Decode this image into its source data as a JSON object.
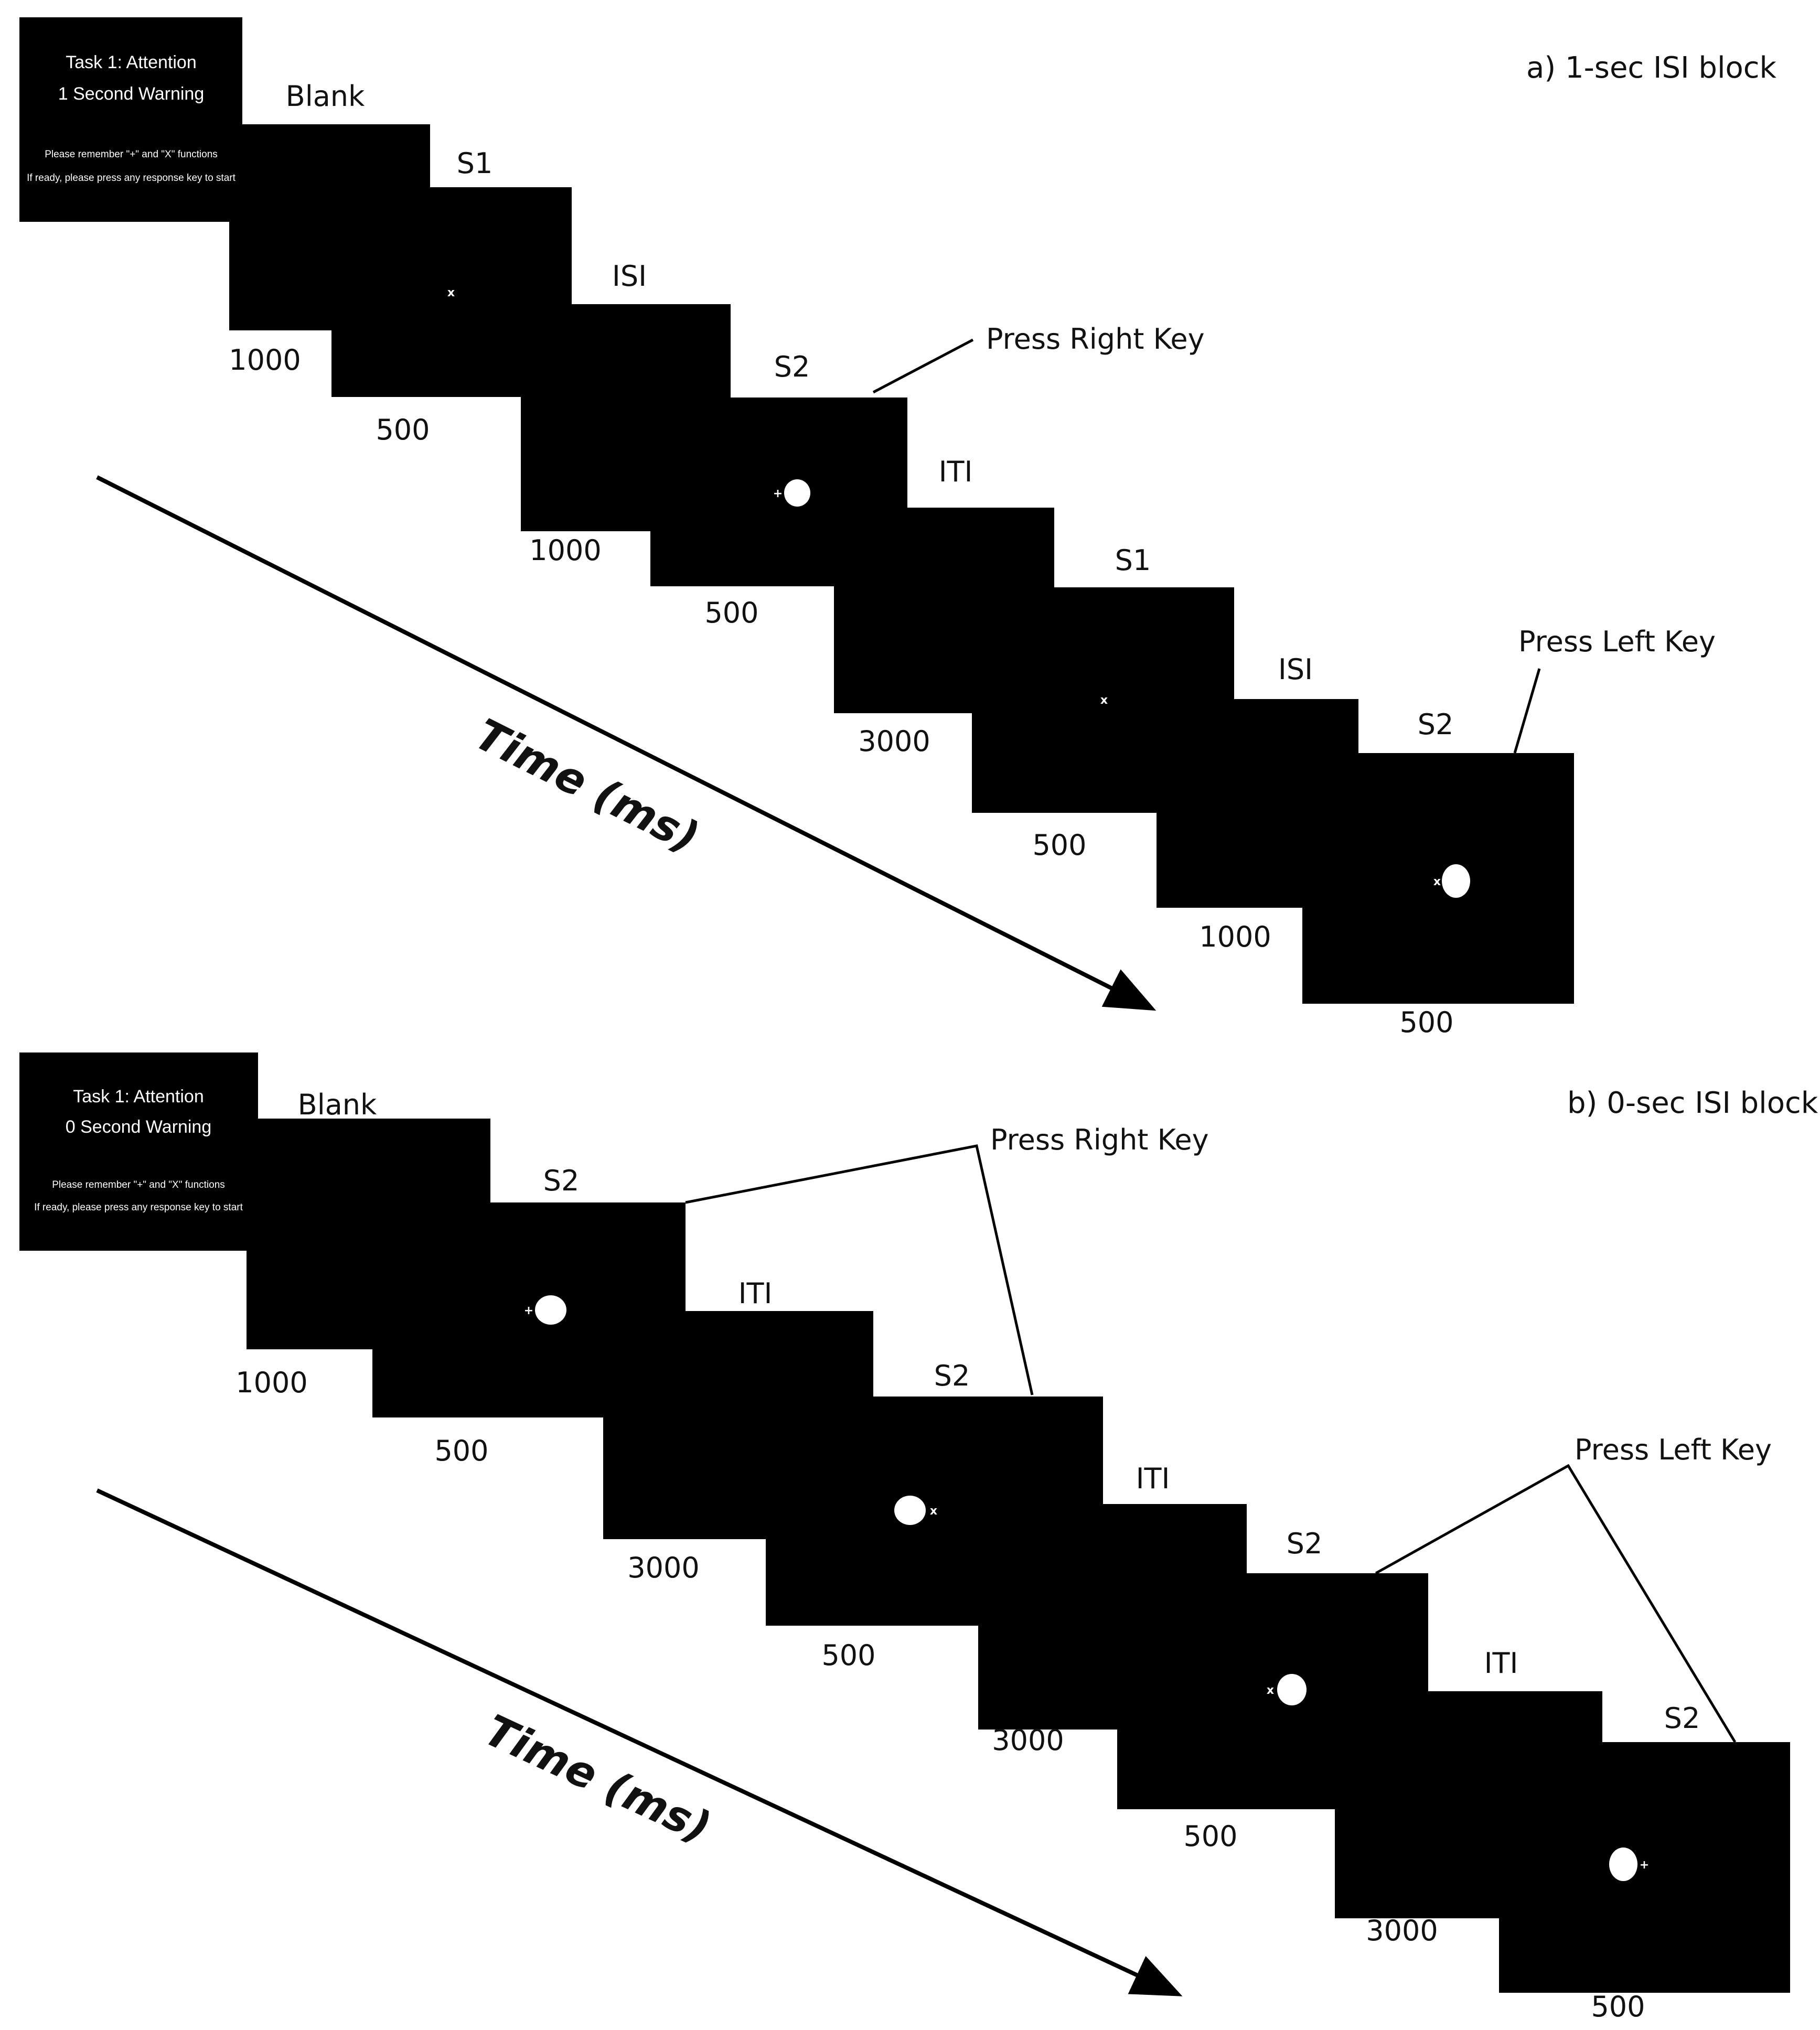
{
  "panels": [
    {
      "title": "a) 1-sec ISI block",
      "intro_screen": {
        "line1": "Task 1: Attention",
        "line2": "1 Second Warning",
        "line3": "Please remember \"+\" and \"X\" functions",
        "line4": "If ready, please press any response key to start"
      },
      "frames": [
        {
          "label": "Blank",
          "duration": "1000",
          "symbol": "",
          "circle": false
        },
        {
          "label": "S1",
          "duration": "500",
          "symbol": "x",
          "circle": false
        },
        {
          "label": "ISI",
          "duration": "1000",
          "symbol": "",
          "circle": false
        },
        {
          "label": "S2",
          "duration": "500",
          "symbol": "+",
          "circle": true,
          "symbol_side": "left"
        },
        {
          "label": "ITI",
          "duration": "3000",
          "symbol": "",
          "circle": false
        },
        {
          "label": "S1",
          "duration": "500",
          "symbol": "x",
          "circle": false
        },
        {
          "label": "ISI",
          "duration": "1000",
          "symbol": "",
          "circle": false
        },
        {
          "label": "S2",
          "duration": "500",
          "symbol": "x",
          "circle": true,
          "symbol_side": "left"
        }
      ],
      "responses": [
        "Press Right Key",
        "Press Left Key"
      ],
      "axis_label": "Time (ms)"
    },
    {
      "title": "b) 0-sec ISI block",
      "intro_screen": {
        "line1": "Task 1: Attention",
        "line2": "0 Second Warning",
        "line3": "Please remember \"+\" and \"X\" functions",
        "line4": "If ready, please press any response key to start"
      },
      "frames": [
        {
          "label": "Blank",
          "duration": "1000",
          "symbol": "",
          "circle": false
        },
        {
          "label": "S2",
          "duration": "500",
          "symbol": "+",
          "circle": true,
          "symbol_side": "left"
        },
        {
          "label": "ITI",
          "duration": "3000",
          "symbol": "",
          "circle": false
        },
        {
          "label": "S2",
          "duration": "500",
          "symbol": "x",
          "circle": true,
          "symbol_side": "right"
        },
        {
          "label": "ITI",
          "duration": "3000",
          "symbol": "",
          "circle": false
        },
        {
          "label": "S2",
          "duration": "500",
          "symbol": "x",
          "circle": true,
          "symbol_side": "left"
        },
        {
          "label": "ITI",
          "duration": "3000",
          "symbol": "",
          "circle": false
        },
        {
          "label": "S2",
          "duration": "500",
          "symbol": "+",
          "circle": true,
          "symbol_side": "right"
        }
      ],
      "responses": [
        "Press Right Key",
        "Press Left Key"
      ],
      "axis_label": "Time (ms)"
    }
  ]
}
